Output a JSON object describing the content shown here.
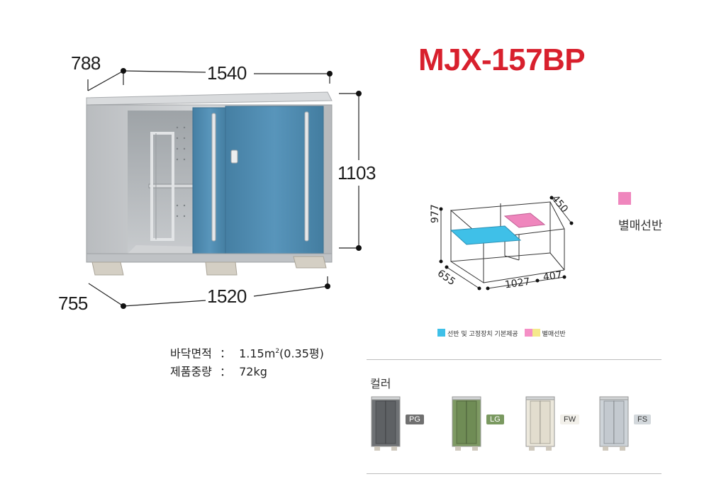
{
  "model": "MJX-157BP",
  "shed_dimensions": {
    "top_depth": "788",
    "top_width": "1540",
    "height": "1103",
    "bottom_depth": "755",
    "bottom_width": "1520"
  },
  "interior_dimensions": {
    "height": "977",
    "depth_top": "450",
    "depth_bottom": "655",
    "width_main": "1027",
    "width_side": "407"
  },
  "optional_shelf": {
    "label": "별매선반",
    "color": "#ef86bd"
  },
  "legend": {
    "standard": {
      "label": "선반 및 고정장치 기본제공",
      "color": "#3fc0e8"
    },
    "optional": {
      "label": "별매선반",
      "color": "#f58fc6",
      "color2": "#f5e98c"
    }
  },
  "specs": [
    {
      "label": "바닥면적",
      "sep": "：",
      "value": "1.15m",
      "sup": "2",
      "extra": "(0.35평)"
    },
    {
      "label": "제품중량",
      "sep": "：",
      "value": "72kg",
      "sup": "",
      "extra": ""
    }
  ],
  "colors_section": {
    "title": "컬러",
    "items": [
      {
        "code": "PG",
        "body": "#6f7275",
        "door": "#5e6164",
        "label_bg": "#707070",
        "label_fg": "#ffffff"
      },
      {
        "code": "LG",
        "body": "#7e9a63",
        "door": "#6f8c55",
        "label_bg": "#7a9960",
        "label_fg": "#ffffff"
      },
      {
        "code": "FW",
        "body": "#ece8dc",
        "door": "#e2ddce",
        "label_bg": "#f2f0ea",
        "label_fg": "#333333"
      },
      {
        "code": "FS",
        "body": "#cdd3d8",
        "door": "#c3c9cf",
        "label_bg": "#d3d8dc",
        "label_fg": "#333333"
      }
    ]
  },
  "colors": {
    "shed_door": "#4f8fb4",
    "shed_frame": "#c7c9cb",
    "accent_red": "#d8202d"
  }
}
